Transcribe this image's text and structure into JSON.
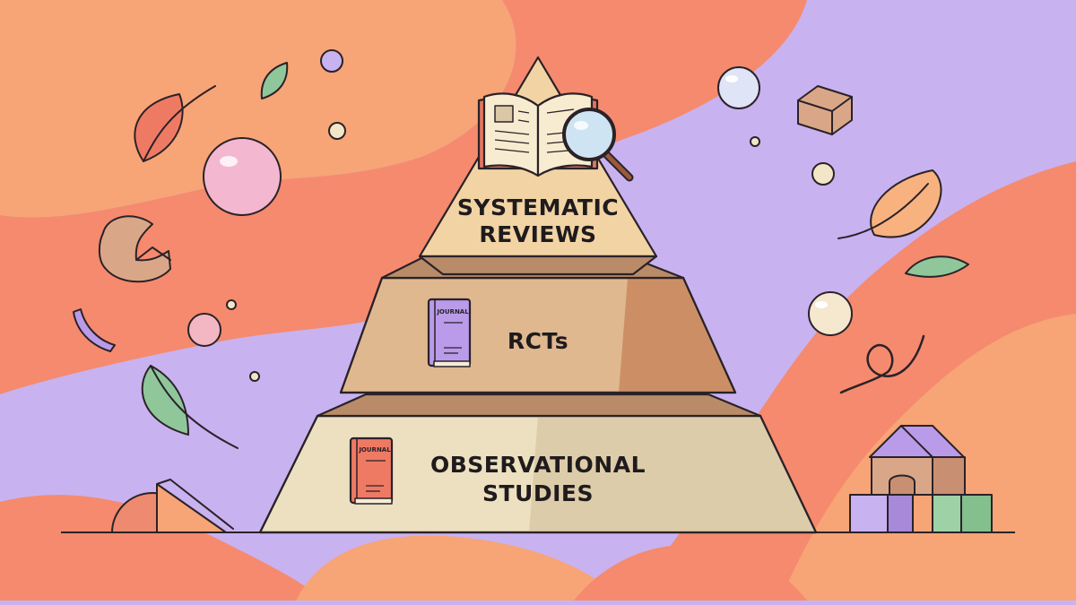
{
  "pyramid": {
    "top": {
      "label_line1": "SYSTEMATIC",
      "label_line2": "REVIEWS",
      "icon": "open-book-with-magnifier-icon"
    },
    "middle": {
      "label": "RCTs",
      "book_label": "JOURNAL",
      "icon": "journal-book-icon"
    },
    "bottom": {
      "label_line1": "OBSERVATIONAL",
      "label_line2": "STUDIES",
      "book_label": "JOURNAL",
      "icon": "journal-book-icon"
    }
  },
  "colors": {
    "tier_top": "#f2d3a4",
    "tier_middle": "#e0b88f",
    "tier_bottom": "#ece0c0",
    "background_orange": "#f7a477",
    "background_coral": "#f58a6e",
    "background_purple": "#c9b2f0"
  }
}
